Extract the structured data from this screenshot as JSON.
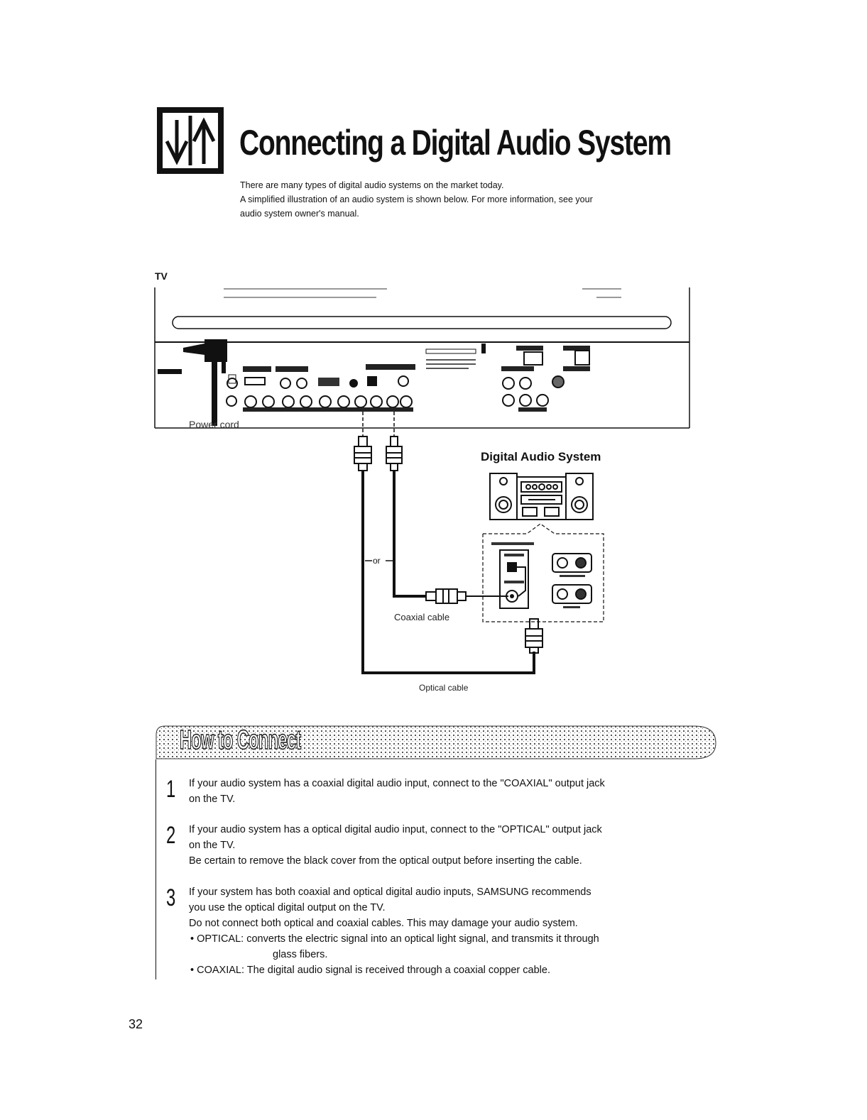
{
  "header": {
    "title": "Connecting a Digital Audio System",
    "intro_line1": "There are many types of digital audio systems on the market today.",
    "intro_line2": "A simplified illustration of an audio system is shown below. For more information, see your",
    "intro_line3": "audio system owner's manual.",
    "icon": "connection-icon"
  },
  "diagram": {
    "tv_label": "TV",
    "power_cord_label": "Power cord",
    "system_title": "Digital Audio System",
    "coaxial_cable_label": "Coaxial cable",
    "optical_cable_label": "Optical cable",
    "or_label": "or"
  },
  "how_to": {
    "title": "How to Connect",
    "steps": [
      {
        "number": "1",
        "line1": "If your audio system has a coaxial digital audio input, connect to the \"COAXIAL\" output jack",
        "line2": "on the TV."
      },
      {
        "number": "2",
        "line1": "If your audio system has a optical digital audio input, connect to the \"OPTICAL\" output jack",
        "line2": "on the TV.",
        "line3": "Be certain to remove the black cover from the optical output before inserting the cable."
      },
      {
        "number": "3",
        "line1": "If your system has both coaxial and optical digital audio inputs, SAMSUNG recommends",
        "line2": "you use the optical digital output on the TV.",
        "line3": "Do not connect both optical and coaxial cables. This may damage your audio system.",
        "bullet1_term": "• OPTICAL:",
        "bullet1_text": "converts the electric signal into an optical light signal, and transmits it through",
        "bullet1_cont": "glass fibers.",
        "bullet2_term": "• COAXIAL:",
        "bullet2_text": "The digital audio signal is received through a coaxial copper cable."
      }
    ]
  },
  "page_number": "32"
}
